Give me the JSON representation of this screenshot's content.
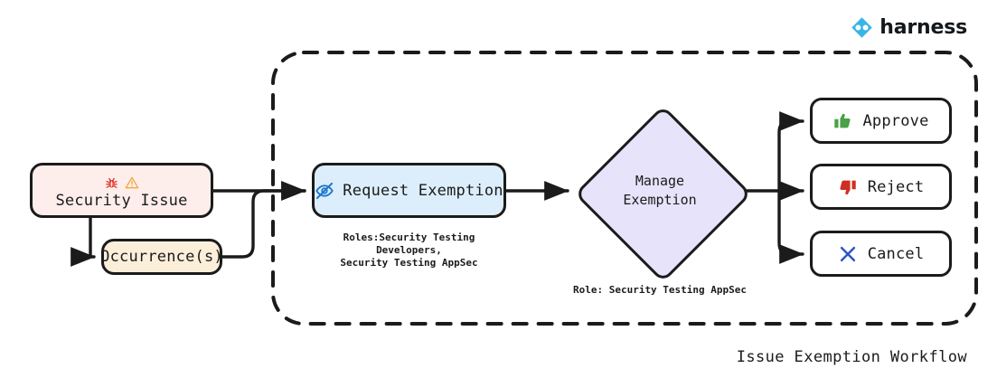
{
  "brand": {
    "name": "harness",
    "logo_icon": "harness-diamond-logo",
    "accent_color": "#37b5e6",
    "wordmark_color": "#14181c"
  },
  "title": "Issue Exemption Workflow",
  "colors": {
    "security_issue_bg": "#fdeeec",
    "occurrences_bg": "#fcefda",
    "request_exemption_bg": "#dceefb",
    "manage_exemption_bg": "#e7e3fa",
    "outcome_bg": "#ffffff",
    "stroke": "#1b1b1b",
    "bug_icon": "#e03127",
    "warning_icon": "#f0a83a",
    "eye_off_icon": "#1f77d0",
    "approve_icon": "#4aa147",
    "reject_icon": "#cf2f22",
    "cancel_icon": "#2a56c6"
  },
  "nodes": {
    "security_issue": {
      "label": "Security Issue",
      "icons": [
        "bug-icon",
        "warning-icon"
      ]
    },
    "occurrences": {
      "label": "Occurrence(s)"
    },
    "request_exemption": {
      "label": "Request Exemption",
      "icon": "eye-off-icon",
      "caption": "Roles:Security Testing Developers,\nSecurity Testing AppSec"
    },
    "manage_exemption": {
      "label": "Manage\nExemption",
      "caption": "Role: Security Testing AppSec"
    },
    "outcomes": [
      {
        "id": "approve",
        "label": "Approve",
        "icon": "thumbs-up-icon"
      },
      {
        "id": "reject",
        "label": "Reject",
        "icon": "thumbs-down-icon"
      },
      {
        "id": "cancel",
        "label": "Cancel",
        "icon": "close-x-icon"
      }
    ]
  },
  "container": {
    "style": "dashed-rounded-boundary"
  }
}
